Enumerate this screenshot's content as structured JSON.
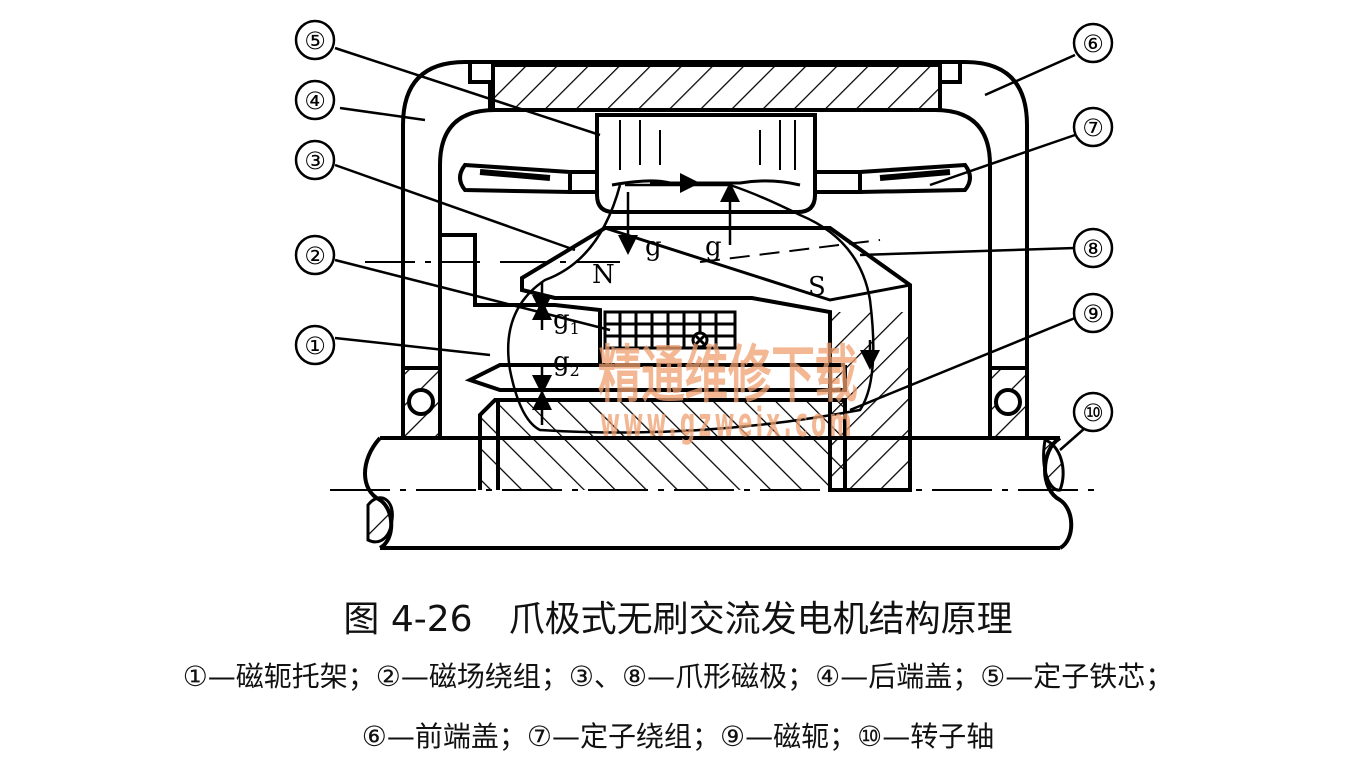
{
  "figure": {
    "title": "图 4-26　爪极式无刷交流发电机结构原理",
    "legend_line1": "①—磁轭托架；②—磁场绕组；③、⑧—爪形磁极；④—后端盖；⑤—定子铁芯；",
    "legend_line2": "⑥—前端盖；⑦—定子绕组；⑨—磁轭；⑩—转子轴"
  },
  "callouts": [
    "①",
    "②",
    "③",
    "④",
    "⑤",
    "⑥",
    "⑦",
    "⑧",
    "⑨",
    "⑩"
  ],
  "diagram_labels": {
    "g_left": "g",
    "g_right": "g",
    "north": "N",
    "south": "S",
    "g1": "g",
    "g1_sub": "1",
    "g2": "g",
    "g2_sub": "2"
  },
  "watermark": {
    "cn": "精通维修下载",
    "url": "www.gzweix.com"
  }
}
